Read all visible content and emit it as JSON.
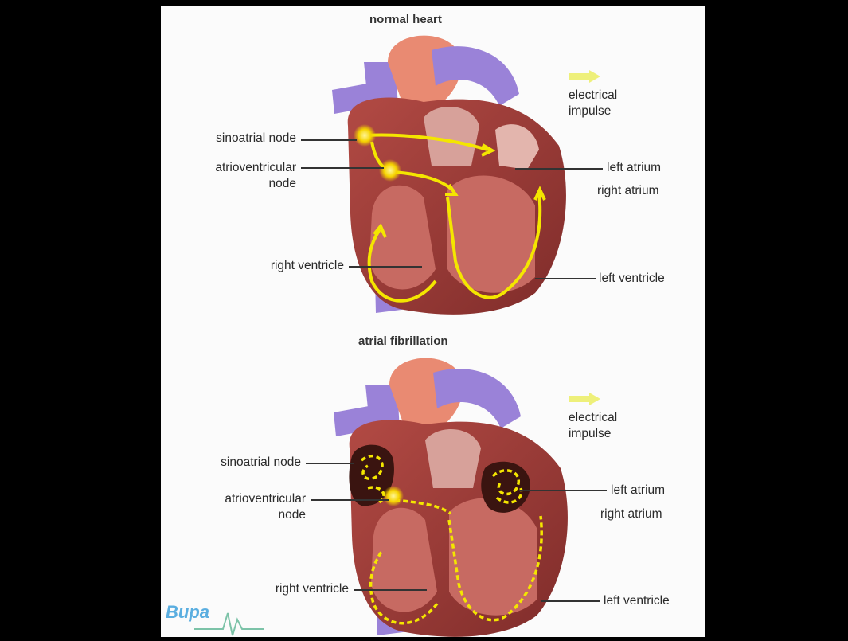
{
  "normal": {
    "title": "normal heart",
    "legend": "electrical\nimpulse",
    "labels": {
      "sinoatrial": "sinoatrial node",
      "atrioventricular_1": "atrioventricular",
      "atrioventricular_2": "node",
      "left_atrium": "left atrium",
      "right_atrium": "right atrium",
      "right_ventricle": "right ventricle",
      "left_ventricle": "left ventricle"
    }
  },
  "fibrillation": {
    "title": "atrial fibrillation",
    "legend": "electrical\nimpulse",
    "labels": {
      "sinoatrial": "sinoatrial node",
      "atrioventricular_1": "atrioventricular",
      "atrioventricular_2": "node",
      "left_atrium": "left atrium",
      "right_atrium": "right atrium",
      "right_ventricle": "right ventricle",
      "left_ventricle": "left ventricle"
    }
  },
  "logo": {
    "text": "Bupa"
  },
  "colors": {
    "impulse": "#f4e600",
    "vessel": "#9a82d8",
    "aorta": "#e98a72",
    "muscle": "#9b3b36",
    "background": "#fbfbfb"
  }
}
